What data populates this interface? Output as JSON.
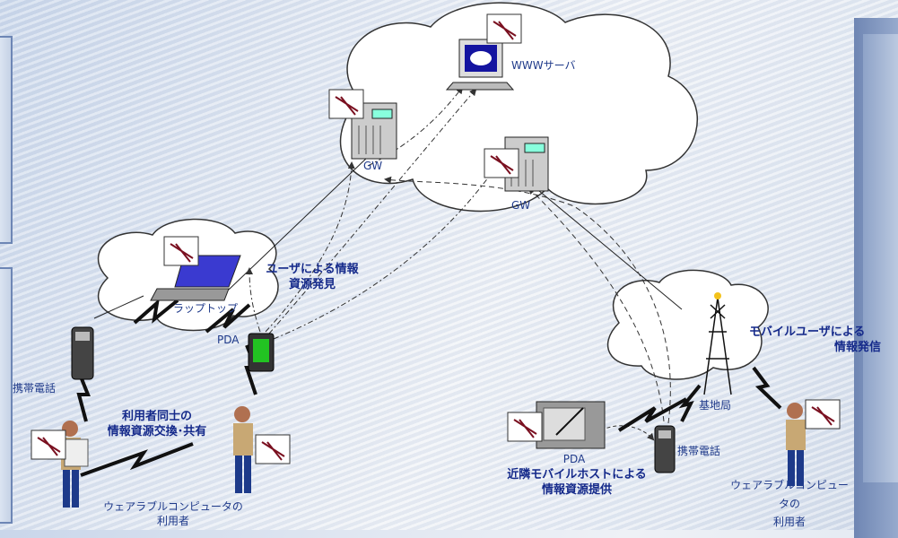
{
  "labels": {
    "www_server": "WWWサーバ",
    "gw_left": "GW",
    "gw_right": "GW",
    "laptop": "ラップトップ",
    "pda_left": "PDA",
    "phone_left": "携帯電話",
    "wearable_left_line1": "ウェアラブルコンピュータの",
    "wearable_left_line2": "利用者",
    "base_station": "基地局",
    "pda_right": "PDA",
    "phone_right": "携帯電話",
    "wearable_right_line1": "ウェアラブルコンピュー",
    "wearable_right_line2": "タの",
    "wearable_right_line3": "利用者"
  },
  "captions": {
    "user_discovery_line1": "ユーザによる情報",
    "user_discovery_line2": "資源発見",
    "peer_exchange_line1": "利用者同士の",
    "peer_exchange_line2": "情報資源交換･共有",
    "mobile_publish_line1": "モバイルユーザによる",
    "mobile_publish_line2": "情報発信",
    "neighbor_provide_line1": "近隣モバイルホストによる",
    "neighbor_provide_line2": "情報資源提供"
  },
  "colors": {
    "caption": "#14298a",
    "label": "#1f3a8a",
    "cloud_fill": "#ffffff",
    "pda_screen": "#22c322",
    "laptop_accent": "#3a3ad0"
  }
}
